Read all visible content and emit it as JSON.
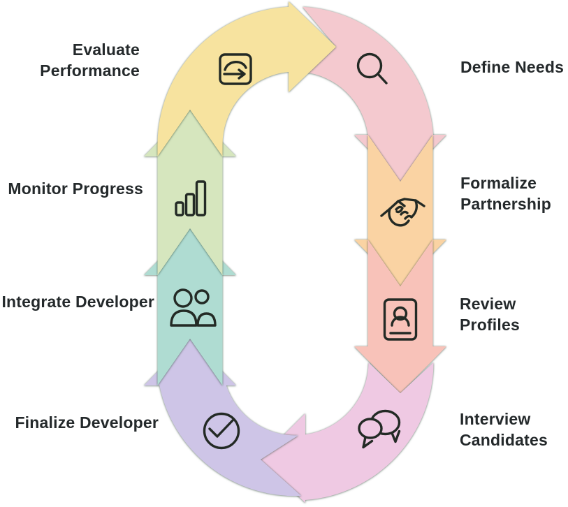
{
  "diagram": {
    "name": "developer-hiring-cycle",
    "background": "#ffffff",
    "text_color": "#24292b",
    "icon_stroke": "#232a25",
    "steps": [
      {
        "id": "define-needs",
        "label": "Define Needs",
        "lines": [
          "Define Needs"
        ],
        "icon": "search-icon",
        "color": "#F4C9CF",
        "side": "right"
      },
      {
        "id": "formalize-partnership",
        "label": "Formalize Partnership",
        "lines": [
          "Formalize",
          "Partnership"
        ],
        "icon": "handshake-icon",
        "color": "#FAD3A3",
        "side": "right"
      },
      {
        "id": "review-profiles",
        "label": "Review Profiles",
        "lines": [
          "Review",
          "Profiles"
        ],
        "icon": "id-card-icon",
        "color": "#F8C2B9",
        "side": "right"
      },
      {
        "id": "interview-candidates",
        "label": "Interview Candidates",
        "lines": [
          "Interview",
          "Candidates"
        ],
        "icon": "chat-bubbles-icon",
        "color": "#EFC9E3",
        "side": "right"
      },
      {
        "id": "finalize-developer",
        "label": "Finalize Developer",
        "lines": [
          "Finalize Developer"
        ],
        "icon": "check-circle-icon",
        "color": "#CEC5E7",
        "side": "left"
      },
      {
        "id": "integrate-developer",
        "label": "Integrate Developer",
        "lines": [
          "Integrate Developer"
        ],
        "icon": "people-icon",
        "color": "#AFDCD2",
        "side": "left"
      },
      {
        "id": "monitor-progress",
        "label": "Monitor Progress",
        "lines": [
          "Monitor Progress"
        ],
        "icon": "bar-chart-icon",
        "color": "#D6E6BE",
        "side": "left"
      },
      {
        "id": "evaluate-performance",
        "label": "Evaluate Performance",
        "lines": [
          "Evaluate",
          "Performance"
        ],
        "icon": "curved-arrow-box-icon",
        "color": "#F7E39F",
        "side": "left"
      }
    ]
  }
}
